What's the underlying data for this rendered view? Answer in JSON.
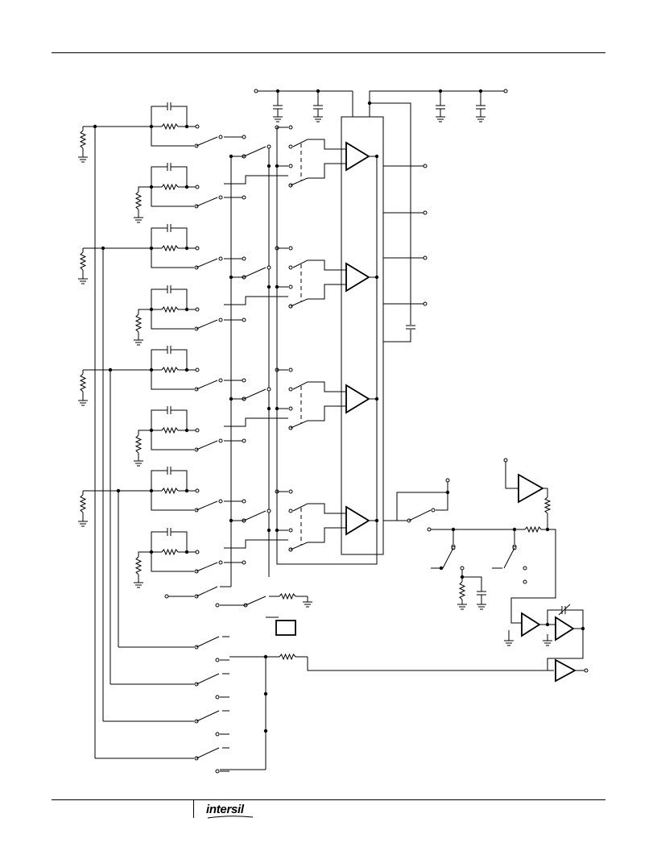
{
  "page": {
    "background": "#ffffff",
    "ink": "#000000"
  },
  "footer": {
    "logo_text": "intersil"
  },
  "diagram": {
    "kind": "analog-switch-schematic",
    "channels": 4,
    "amplifiers_in_array": 4,
    "output_amplifiers": 4,
    "icons": [
      "resistor-icon",
      "capacitor-icon",
      "ground-icon",
      "switch-icon",
      "op-amp-icon",
      "terminal-icon"
    ]
  }
}
